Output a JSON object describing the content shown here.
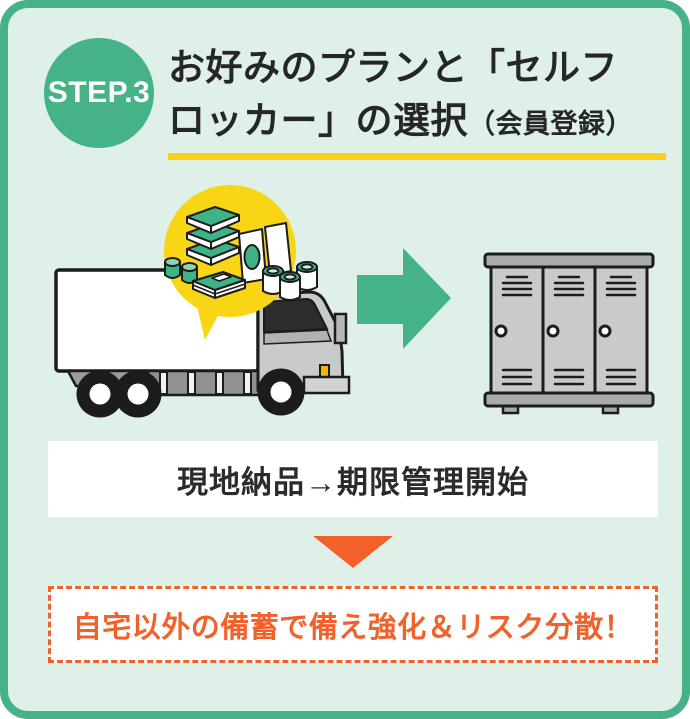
{
  "header": {
    "step_label": "STEP.3",
    "title_line1": "お好みのプランと「セルフ",
    "title_line2": "ロッカー」の選択",
    "title_line2_sub": "（会員登録）"
  },
  "illustration": {
    "truck_icon": "delivery-truck-with-supplies-bubble",
    "bubble_contents": [
      "stacked-boxes",
      "canned-goods",
      "pouch-bags",
      "banknotes"
    ],
    "arrow_icon": "right-arrow",
    "locker_icon": "three-door-self-locker"
  },
  "process": {
    "caption": "現地納品→期限管理開始"
  },
  "callout": {
    "text": "自宅以外の備蓄で備え強化＆リスク分散！"
  },
  "colors": {
    "brand_green": "#45b287",
    "mint_background": "#def0e8",
    "accent_yellow": "#f8d11c",
    "accent_orange": "#f2612a",
    "text_dark": "#262626",
    "white": "#ffffff",
    "gray_light": "#c9cacb",
    "gray_mid": "#a9abac",
    "outline_black": "#1c1c1c"
  }
}
